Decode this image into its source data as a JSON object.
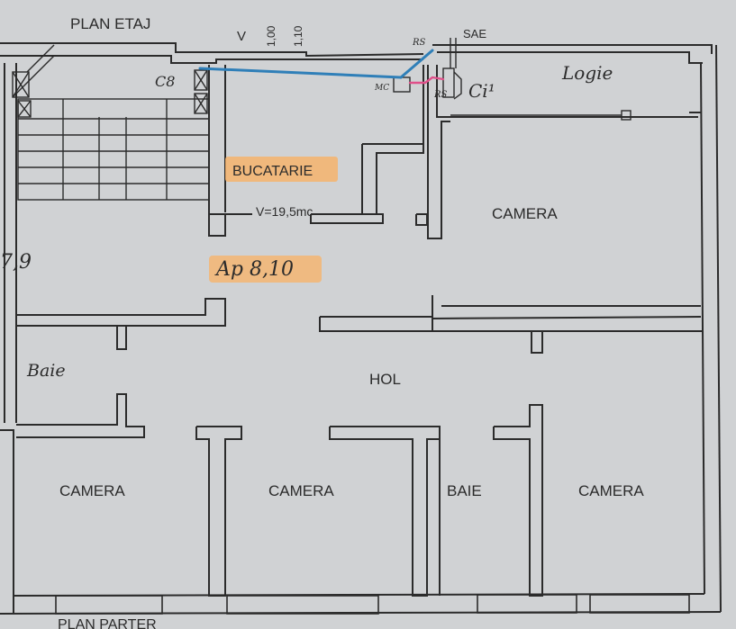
{
  "header": {
    "title": "PLAN ETAJ",
    "footer": "PLAN PARTER"
  },
  "dims": {
    "v_label": "V",
    "d1": "1,00",
    "d2": "1,10"
  },
  "vent_labels": {
    "rs_top": "RS",
    "sae": "SAE",
    "mc": "MC",
    "rs_low": "RS",
    "ci": "Ci¹",
    "c8": "C8"
  },
  "rooms": {
    "kitchen": "BUCATARIE",
    "kitchen_volume": "V=19,5mc",
    "apartment": "Ap 8,10",
    "loggia": "Logie",
    "room_right_top": "CAMERA",
    "hall": "HOL",
    "bath_left": "Baie",
    "room_bl": "CAMERA",
    "room_bc": "CAMERA",
    "bath_bottom": "BAIE",
    "room_br": "CAMERA",
    "left_edge_number": "7,9"
  },
  "colors": {
    "paper": "#d4d6d8",
    "ink": "#2b2b2b",
    "highlight": "#f6b46c",
    "gas_pipe_blue": "#2f7fb8",
    "gas_pipe_pink": "#e0508a"
  }
}
